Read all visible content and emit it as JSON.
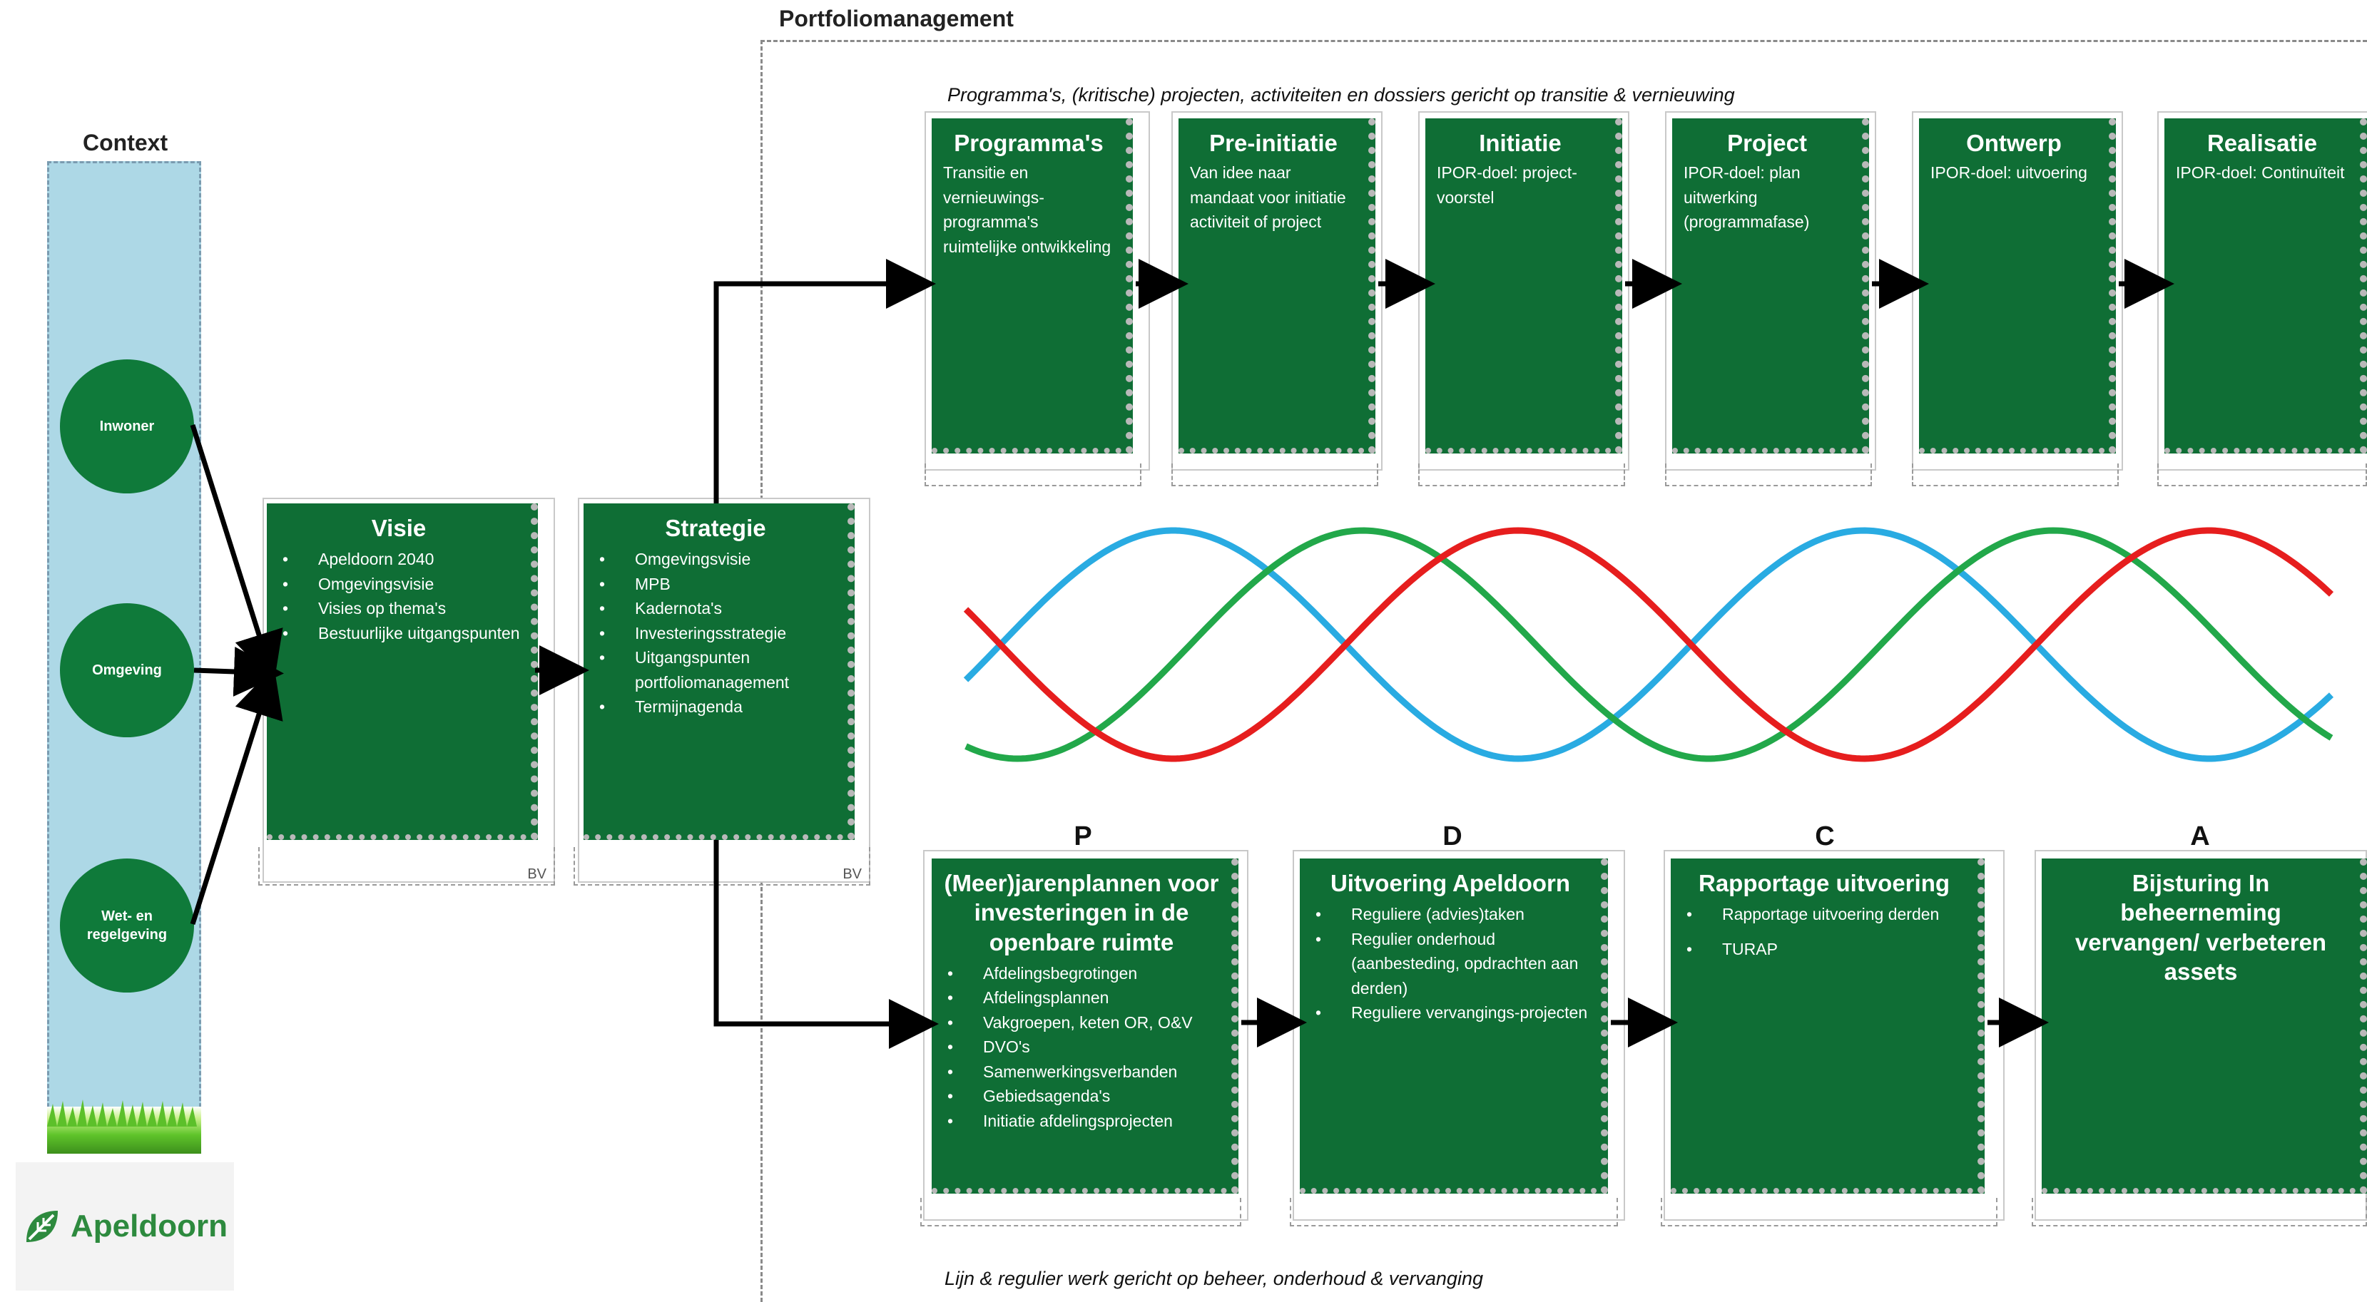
{
  "sections": {
    "context_title": "Context",
    "portfolio_title": "Portfoliomanagement"
  },
  "context_circles": [
    {
      "label": "Inwoner"
    },
    {
      "label": "Omgeving"
    },
    {
      "label": "Wet- en regelgeving"
    }
  ],
  "logo": {
    "text": "Apeldoorn",
    "icon": "leaf-icon"
  },
  "visie": {
    "title": "Visie",
    "items": [
      "Apeldoorn 2040",
      "Omgevingsvisie",
      "Visies op thema's",
      "Bestuurlijke uitgangspunten"
    ],
    "base_label": "BV"
  },
  "strategie": {
    "title": "Strategie",
    "items": [
      "Omgevingsvisie",
      "MPB",
      "Kadernota's",
      "Investeringsstrategie",
      "Uitgangspunten portfoliomanagement",
      "Termijnagenda"
    ],
    "base_label": "BV"
  },
  "top_caption": "Programma's, (kritische) projecten, activiteiten en dossiers gericht op transitie & vernieuwing",
  "top_cards": [
    {
      "title": "Programma's",
      "text": "Transitie en vernieuwings-programma's ruimtelijke ontwikkeling"
    },
    {
      "title": "Pre-initiatie",
      "text": "Van idee naar mandaat voor initiatie activiteit of project"
    },
    {
      "title": "Initiatie",
      "text": "IPOR-doel: project-voorstel"
    },
    {
      "title": "Project",
      "text": "IPOR-doel: plan uitwerking (programmafase)"
    },
    {
      "title": "Ontwerp",
      "text": "IPOR-doel: uitvoering"
    },
    {
      "title": "Realisatie",
      "text": "IPOR-doel: Continuïteit"
    }
  ],
  "pdca_letters": [
    "P",
    "D",
    "C",
    "A"
  ],
  "bottom_cards": [
    {
      "title": "(Meer)jarenplannen voor investeringen in de openbare ruimte",
      "items": [
        "Afdelingsbegrotingen",
        "Afdelingsplannen",
        "Vakgroepen, keten OR, O&V",
        "DVO's",
        "Samenwerkingsverbanden",
        "Gebiedsagenda's",
        "Initiatie afdelingsprojecten"
      ]
    },
    {
      "title": "Uitvoering Apeldoorn",
      "items": [
        "Reguliere (advies)taken",
        "Regulier onderhoud (aanbesteding, opdrachten aan derden)",
        "Reguliere vervangings-projecten"
      ]
    },
    {
      "title": "Rapportage uitvoering",
      "items": [
        "Rapportage uitvoering derden",
        "TURAP"
      ]
    },
    {
      "title": "Bijsturing In beheerneming vervangen/ verbeteren assets",
      "items": []
    }
  ],
  "bottom_caption": "Lijn & regulier werk gericht op beheer, onderhoud & vervanging",
  "colors": {
    "card_green": "#0f6e35",
    "context_blue": "#add8e6",
    "wave_blue": "#29abe2",
    "wave_red": "#e61e1e",
    "wave_green": "#22a84a"
  }
}
